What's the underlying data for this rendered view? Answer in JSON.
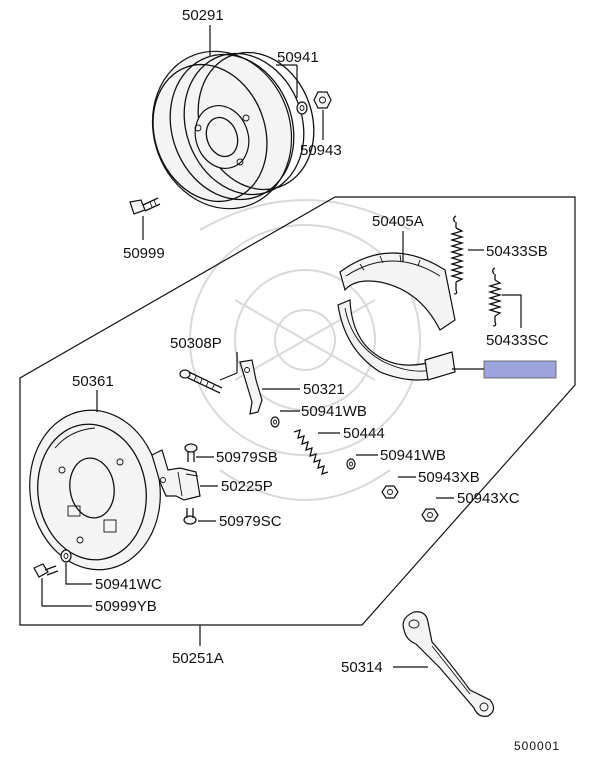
{
  "labels": {
    "p50291": "50291",
    "p50941": "50941",
    "p50943": "50943",
    "p50999": "50999",
    "p50405A": "50405A",
    "p50433SB": "50433SB",
    "p50433SC": "50433SC",
    "p50308P": "50308P",
    "p50321": "50321",
    "p50941WB_a": "50941WB",
    "p50444": "50444",
    "p50941WB_b": "50941WB",
    "p50361": "50361",
    "p50979SB": "50979SB",
    "p50225P": "50225P",
    "p50943XB": "50943XB",
    "p50943XC": "50943XC",
    "p50979SC": "50979SC",
    "p50941WC": "50941WC",
    "p50999YB": "50999YB",
    "p50251A": "50251A",
    "p50314": "50314"
  },
  "diagram_code": "500001",
  "colors": {
    "highlight": "#9da3dc",
    "line": "#111111",
    "watermark": "#d9d9d9"
  }
}
